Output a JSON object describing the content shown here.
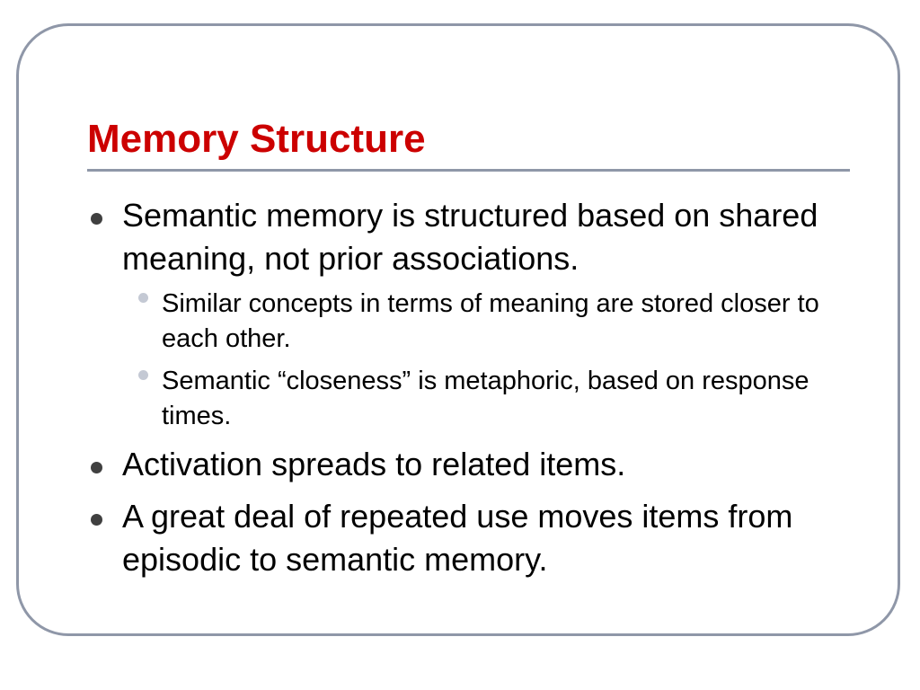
{
  "slide": {
    "title": "Memory Structure",
    "colors": {
      "title": "#cc0000",
      "frame": "#8f97a8",
      "bullet": "#404040",
      "sub_bullet": "#c4c9d4"
    },
    "bullets": [
      {
        "text": "Semantic memory is structured based on shared meaning, not prior associations.",
        "sub_bullets": [
          "Similar concepts in terms of meaning are stored closer to each other.",
          "Semantic “closeness” is metaphoric, based on response times."
        ]
      },
      {
        "text": "Activation spreads to related items."
      },
      {
        "text": "A great deal of repeated use moves items from episodic to semantic memory."
      }
    ]
  }
}
